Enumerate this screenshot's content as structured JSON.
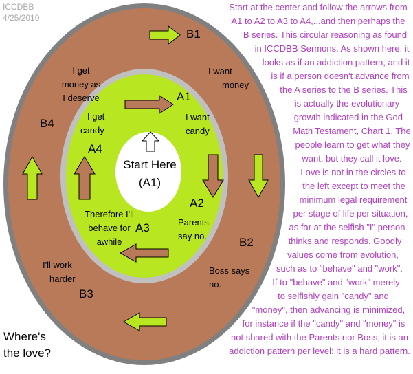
{
  "meta": {
    "author": "ICCDBB",
    "date": "4/25/2010"
  },
  "colors": {
    "outer_ring": "#b87a58",
    "inner": "#b8e620",
    "border": "#808080",
    "inner_border": "#c0c0c0",
    "text": "#b040c0"
  },
  "labels": {
    "a1": "A1",
    "a2": "A2",
    "a3": "A3",
    "a4": "A4",
    "b1": "B1",
    "b2": "B2",
    "b3": "B3",
    "b4": "B4"
  },
  "center": {
    "line1": "Start Here",
    "line2": "(A1)"
  },
  "phrases": {
    "b4": [
      "I get",
      "money as",
      "I deserve"
    ],
    "b1": [
      "I want",
      "money"
    ],
    "a4": [
      "I get",
      "candy"
    ],
    "a1": [
      "I want",
      "candy"
    ],
    "a3": [
      "Therefore I'll",
      "behave for",
      "awhile"
    ],
    "a2": [
      "Parents",
      "say no."
    ],
    "b2": [
      "Boss says",
      "no."
    ],
    "b3": [
      "I'll work",
      "harder"
    ]
  },
  "question": [
    "Where's",
    "the love?"
  ],
  "paragraph": [
    "Start at the center and follow the arrows from",
    "A1 to A2 to A3 to A4,...and then perhaps the",
    "B series. This circular reasoning as found",
    "in ICCDBB Sermons. As shown here, it",
    "looks as if an addiction pattern, and it",
    "is if a person doesn't advance from",
    "the A series to the B series. This",
    "is actually the evolutionary",
    "growth indicated in the God-",
    "Math Testament, Chart 1. The",
    "people learn to get what they",
    "want, but they call it love.",
    "Love is not in the circles to",
    "the left except to meet the",
    "minimum legal requirement",
    "per stage of life per situation,",
    "as far at the selfish \"I\" person",
    "thinks and responds. Goodly",
    "values come from evolution,",
    "such as to \"behave\" and \"work\".",
    "If to \"behave\" and \"work\" merely",
    "to selfishly gain \"candy\" and",
    "\"money\", then advancing is minimized,",
    "for instance if the \"candy\" and \"money\" is",
    "not shared with the Parents nor Boss, it is an",
    "addiction pattern per level: it is a hard pattern."
  ]
}
